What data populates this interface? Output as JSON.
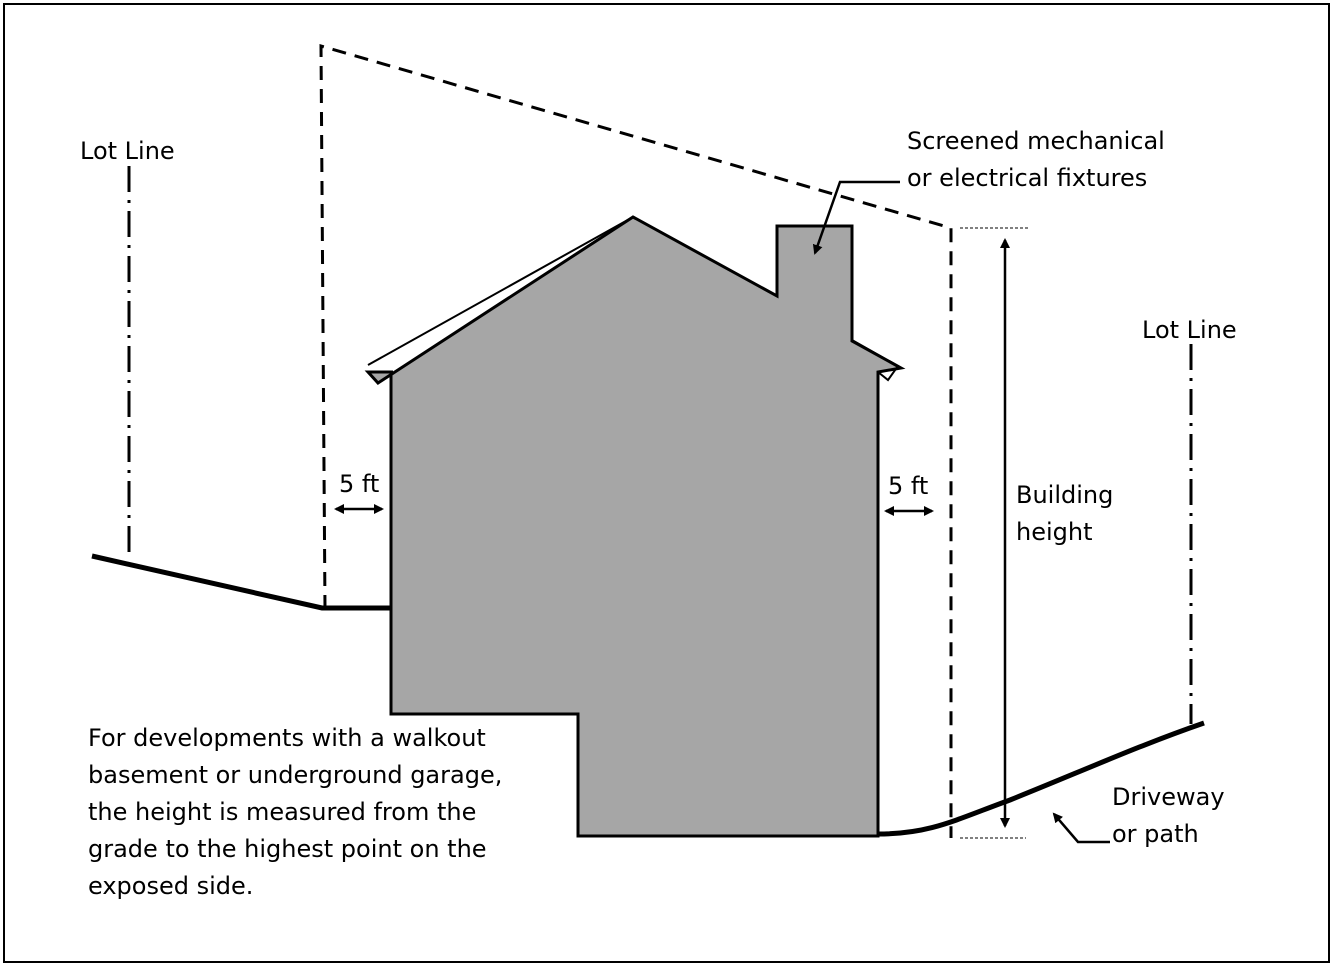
{
  "diagram": {
    "colors": {
      "building_fill": "#a6a6a6",
      "stroke": "#000000",
      "background": "#ffffff"
    },
    "labels": {
      "lot_line_left": "Lot Line",
      "lot_line_right": "Lot Line",
      "fixtures": [
        "Screened mechanical",
        "or electrical fixtures"
      ],
      "setback_left": "5 ft",
      "setback_right": "5 ft",
      "building_height": [
        "Building",
        "height"
      ],
      "driveway": [
        "Driveway",
        "or path"
      ],
      "note": [
        "For developments with a walkout",
        "basement or underground garage,",
        "the height is measured from the",
        "grade to the highest point on the",
        "exposed side."
      ]
    }
  }
}
